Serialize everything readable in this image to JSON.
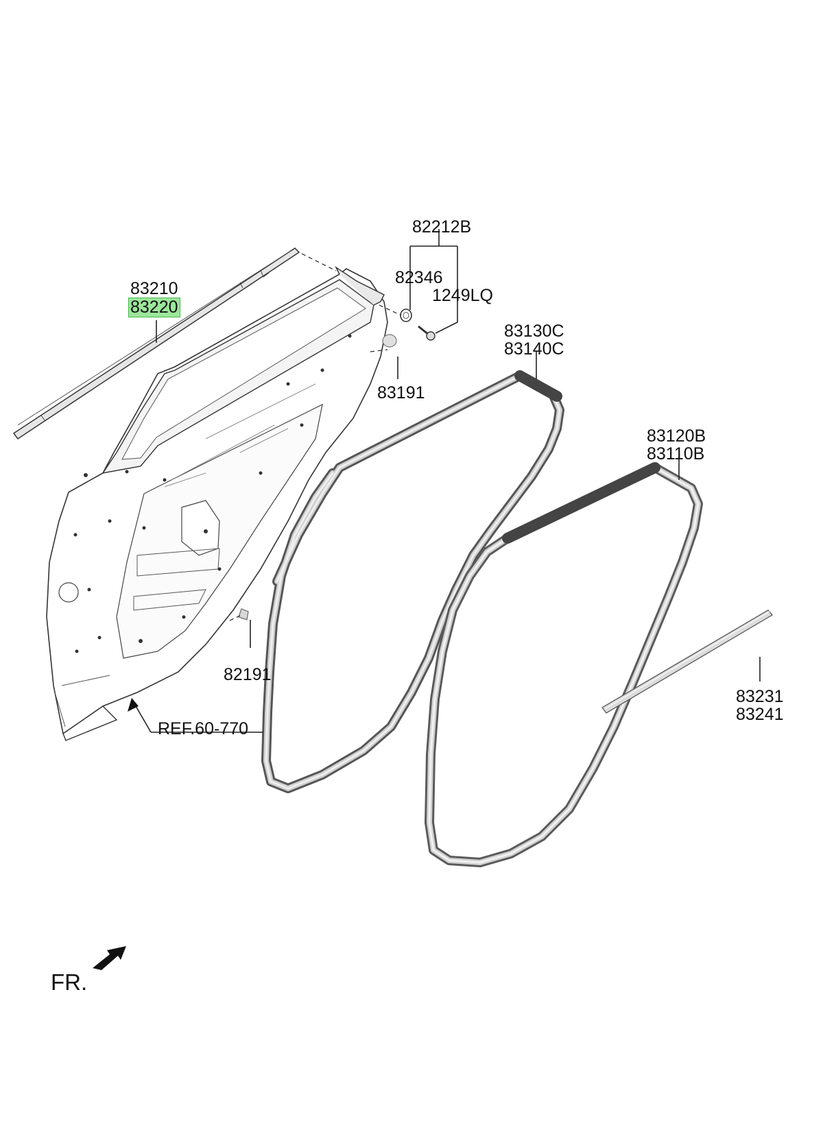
{
  "labels": {
    "p83210": "83210",
    "p83220": "83220",
    "p82212B": "82212B",
    "p82346": "82346",
    "p1249LQ": "1249LQ",
    "p83191": "83191",
    "p83130C": "83130C",
    "p83140C": "83140C",
    "p83120B": "83120B",
    "p83110B": "83110B",
    "p82191": "82191",
    "p83231": "83231",
    "p83241": "83241",
    "ref": "REF.60-770",
    "fr": "FR."
  },
  "colors": {
    "highlight": "#9be79b",
    "line": "#222222",
    "seal_dark": "#555555",
    "seal_light": "#c8c8c8"
  }
}
